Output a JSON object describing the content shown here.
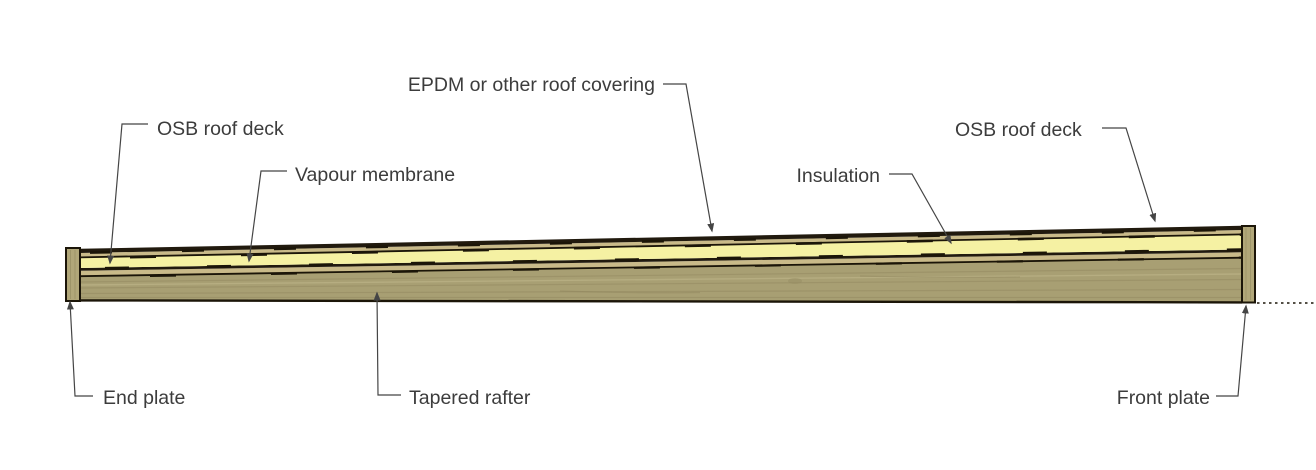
{
  "diagram": {
    "type": "roof-construction-cross-section",
    "labels": {
      "epdm": "EPDM or other roof covering",
      "osb_left": "OSB roof deck",
      "vapour_membrane": "Vapour membrane",
      "insulation": "Insulation",
      "osb_right": "OSB roof deck",
      "end_plate": "End plate",
      "tapered_rafter": "Tapered rafter",
      "front_plate": "Front plate"
    },
    "colors": {
      "background": "#ffffff",
      "insulation_fill": "#f5f1a3",
      "rafter_wood": "#a89f73",
      "plate_wood": "#b1a779",
      "osb_fill": "#c9ba89",
      "dark_membrane": "#211a0e",
      "outline": "#1b1508",
      "leader": "#454545",
      "label_text": "#3c3c3c"
    }
  }
}
